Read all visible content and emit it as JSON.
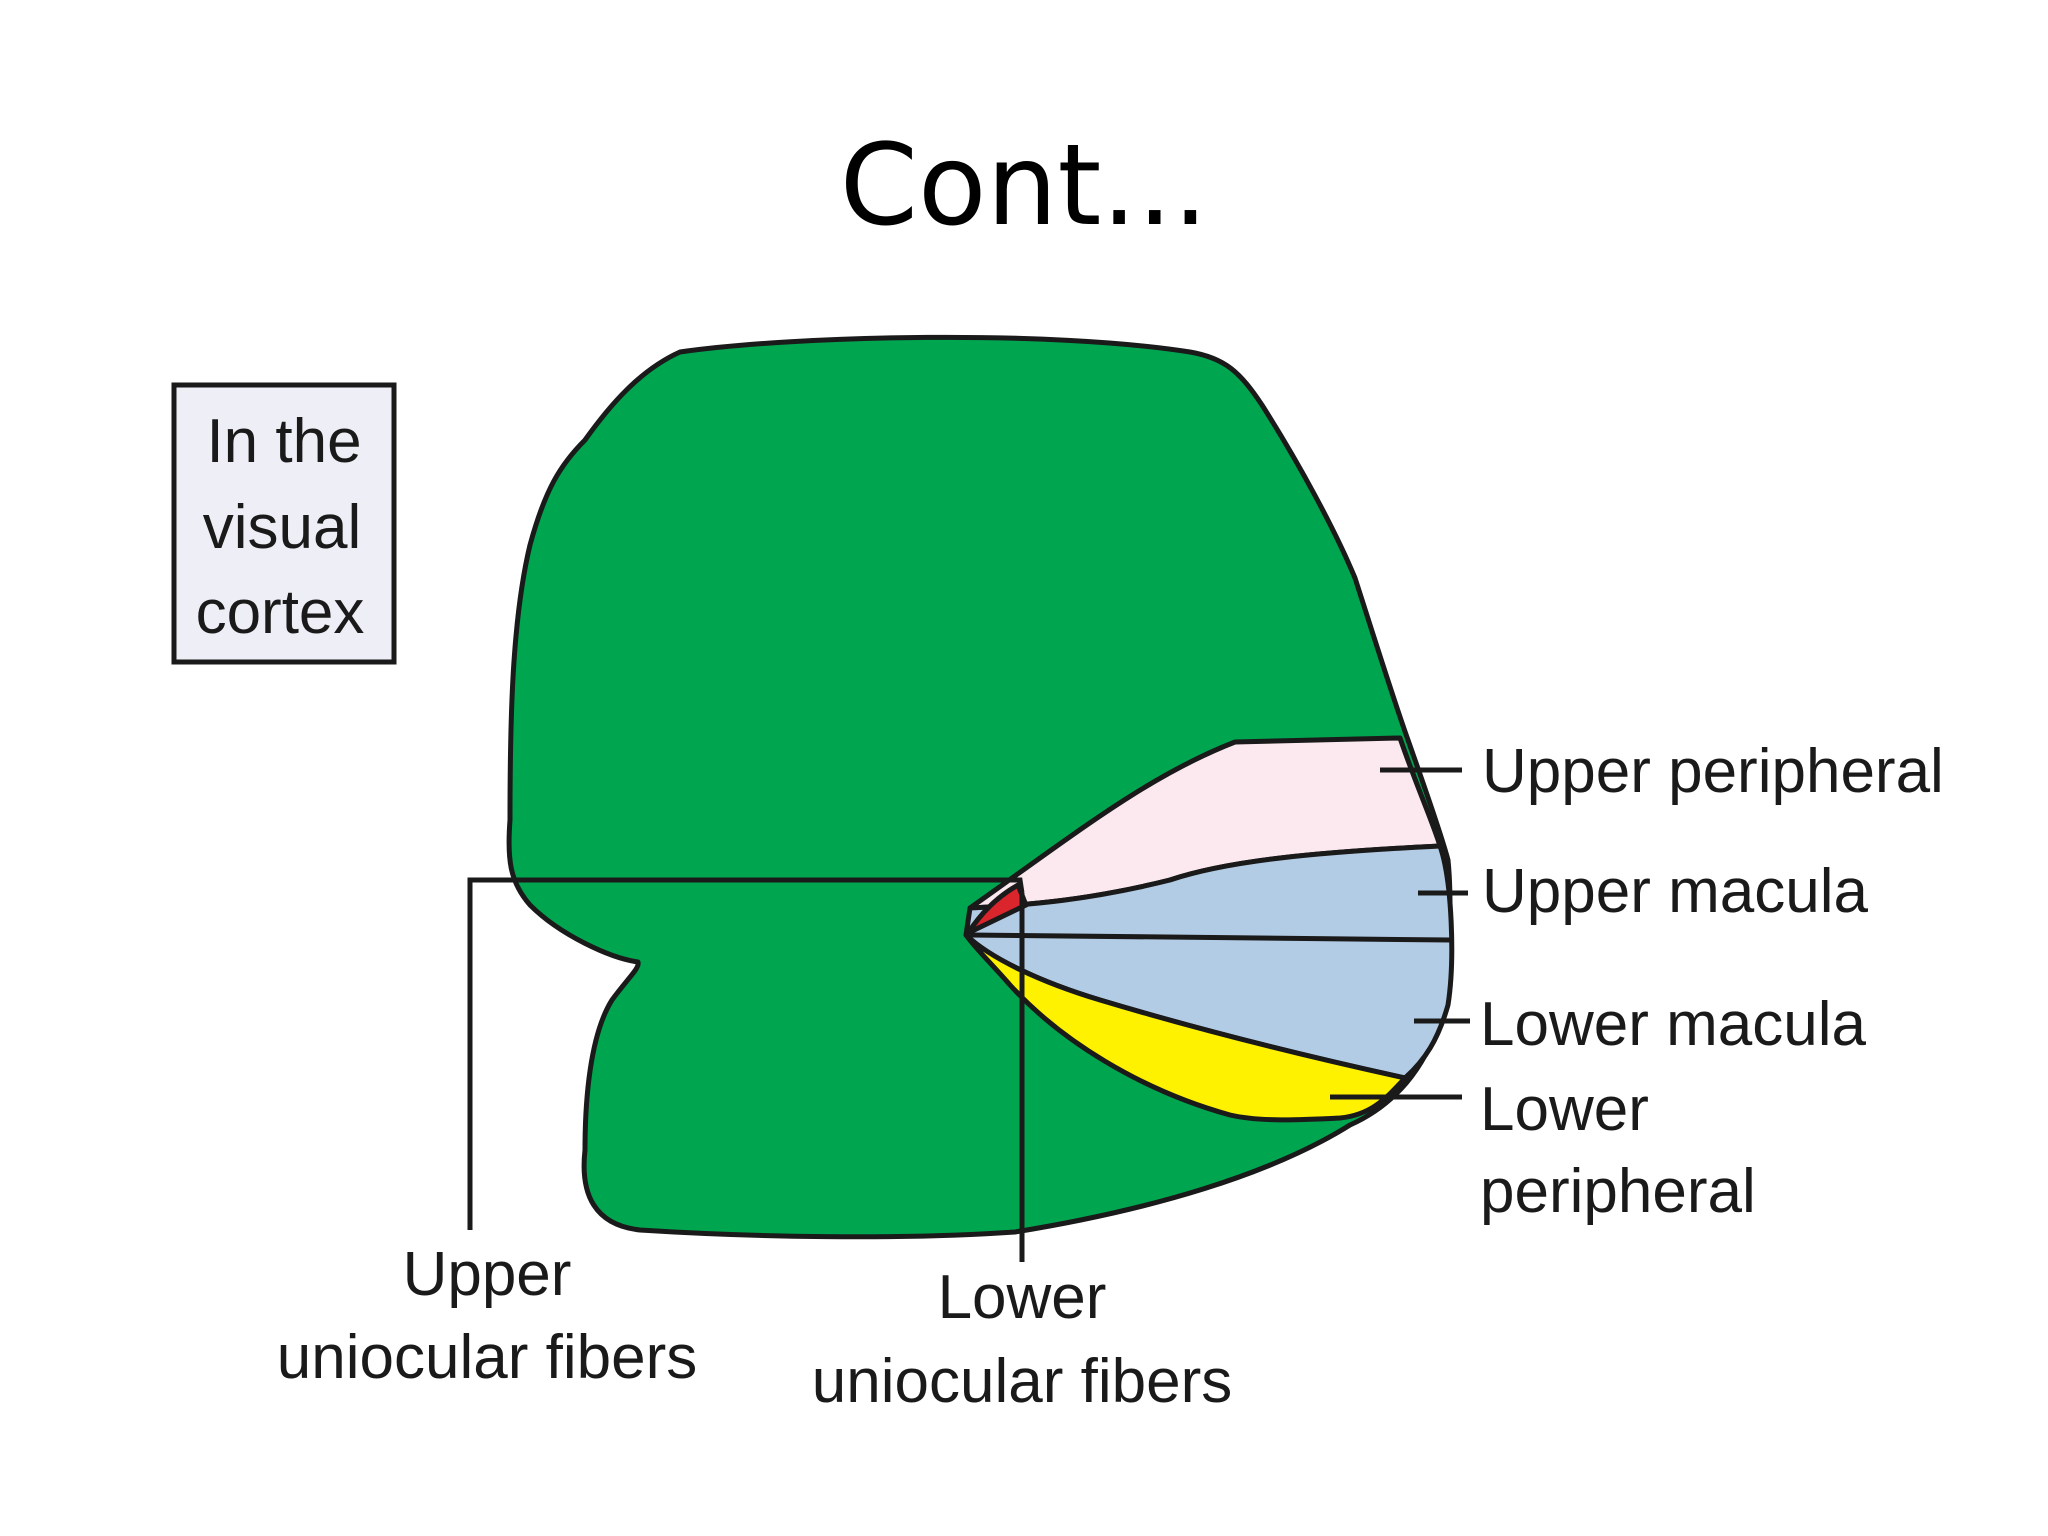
{
  "title": "Cont...",
  "box_label": [
    "In the",
    "visual",
    "cortex"
  ],
  "labels": {
    "upper_peripheral": "Upper peripheral",
    "upper_macula": "Upper macula",
    "lower_macula": "Lower macula",
    "lower_peripheral": [
      "Lower",
      "peripheral"
    ],
    "upper_uniocular": [
      "Upper",
      "uniocular fibers"
    ],
    "lower_uniocular": [
      "Lower",
      "uniocular fibers"
    ]
  },
  "colors": {
    "cortex_green": "#00A64F",
    "upper_peripheral": "#FCE9EF",
    "macula": "#B3CCE6",
    "lower_peripheral": "#FFF200",
    "apex_red": "#D9252B",
    "box_fill": "#EEEEF6",
    "outline": "#1a1a1a"
  }
}
